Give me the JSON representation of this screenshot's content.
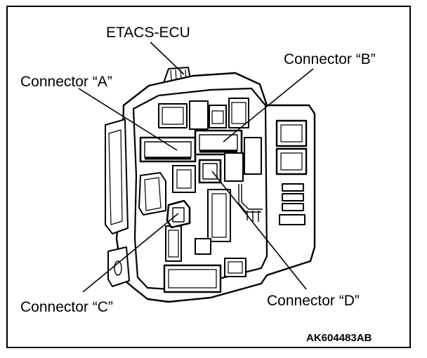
{
  "labels": {
    "ecu": "ETACS-ECU",
    "connector_a": "Connector “A”",
    "connector_b": "Connector “B”",
    "connector_c": "Connector “C”",
    "connector_d": "Connector “D”"
  },
  "figure_code": "AK604483AB",
  "colors": {
    "line": "#000000",
    "background": "#ffffff"
  }
}
